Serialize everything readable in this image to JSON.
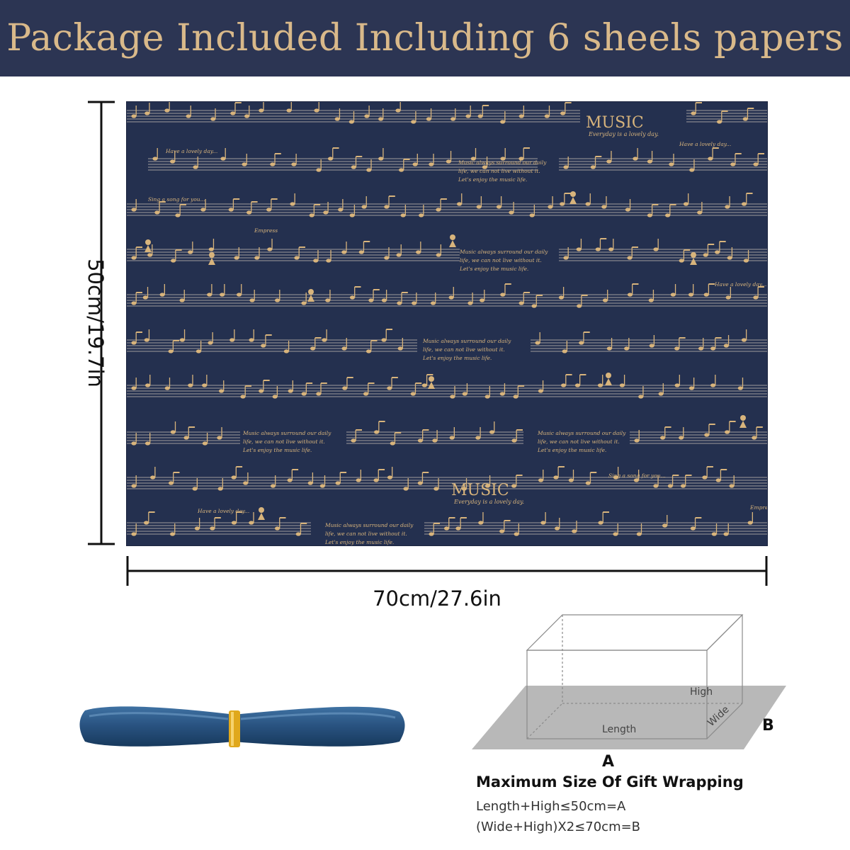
{
  "banner": {
    "title": "Package Included Including 6 sheels papers"
  },
  "paper": {
    "title_text": "MUSIC",
    "subtitle_text": "Everyday is a lovely day.",
    "phrases": [
      "Have a lovely day...",
      "Music always surround our daily",
      "life, we can not live without it.",
      "Let's enjoy the music life.",
      "Sing a song for you...",
      "Empress"
    ],
    "colors": {
      "background": "#24304f",
      "gold": "#d8b47c",
      "staff": "#e6dcc8"
    }
  },
  "dimensions": {
    "height_label": "50cm/19.7in",
    "width_label": "70cm/27.6in"
  },
  "ribbon": {
    "color": "#2e5a86",
    "clip_color": "#e0a81c"
  },
  "wrap_guide": {
    "high_label": "High",
    "wide_label": "Wide",
    "length_label": "Length",
    "point_a": "A",
    "point_b": "B"
  },
  "info": {
    "title": "Maximum Size Of Gift Wrapping",
    "line1": "Length+High≤50cm=A",
    "line2": "(Wide+High)X2≤70cm=B"
  }
}
